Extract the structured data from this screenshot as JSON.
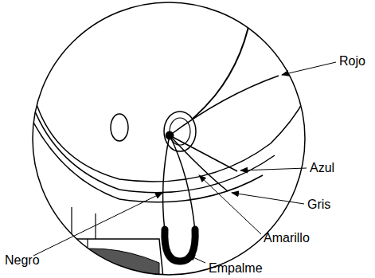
{
  "diagram": {
    "labels": [
      "Rojo",
      "Azul",
      "Gris",
      "Amarillo",
      "Negro",
      "Empalme"
    ]
  }
}
